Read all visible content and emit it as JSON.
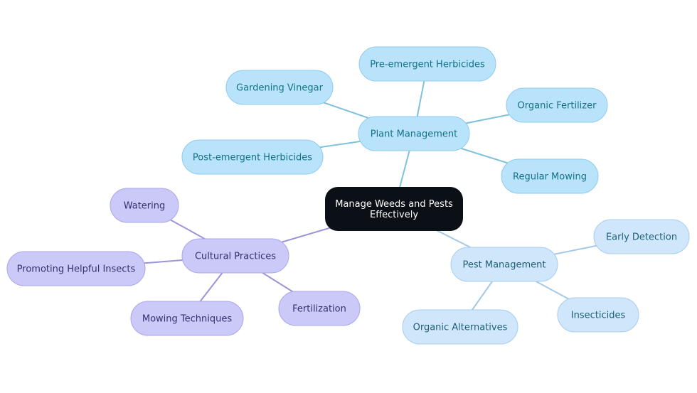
{
  "colors": {
    "background": "#ffffff",
    "root_fill": "#0b0f16",
    "root_text": "#ffffff",
    "plant_fill": "#b9e3fb",
    "plant_stroke": "#8fcbee",
    "plant_text": "#127287",
    "plant_edge": "#7fc1da",
    "pest_fill": "#cfe6fb",
    "pest_stroke": "#a9cdec",
    "pest_text": "#1d5f78",
    "pest_edge": "#a5c8e4",
    "cultural_fill": "#cac9f8",
    "cultural_stroke": "#a9a7ea",
    "cultural_text": "#33306e",
    "cultural_edge": "#9a94d8"
  },
  "root": {
    "label_line1": "Manage Weeds and Pests",
    "label_line2": "Effectively"
  },
  "branches": [
    {
      "key": "plant",
      "label": "Plant Management",
      "children": [
        "Pre-emergent Herbicides",
        "Gardening Vinegar",
        "Organic Fertilizer",
        "Post-emergent Herbicides",
        "Regular Mowing"
      ]
    },
    {
      "key": "pest",
      "label": "Pest Management",
      "children": [
        "Early Detection",
        "Insecticides",
        "Organic Alternatives"
      ]
    },
    {
      "key": "cultural",
      "label": "Cultural Practices",
      "children": [
        "Watering",
        "Promoting Helpful Insects",
        "Mowing Techniques",
        "Fertilization"
      ]
    }
  ]
}
